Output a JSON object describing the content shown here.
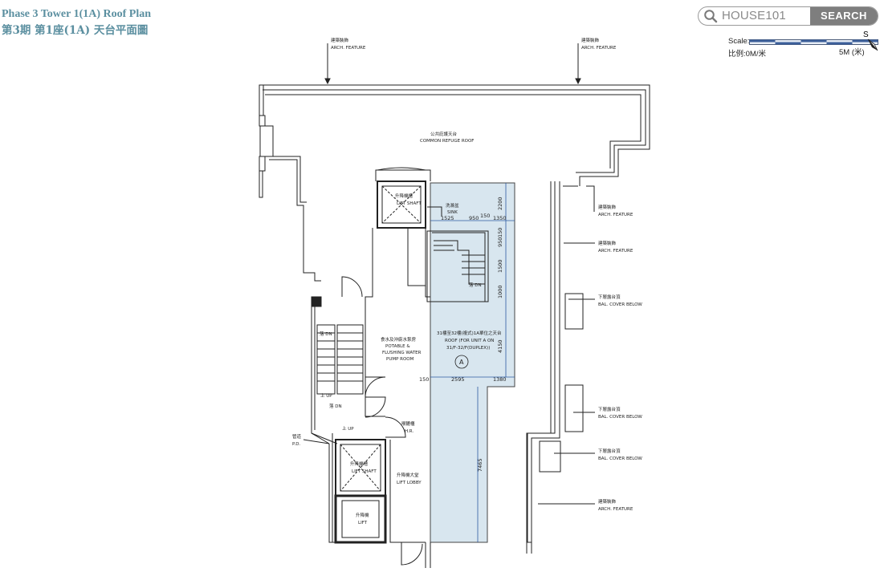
{
  "header": {
    "title_en": "Phase 3 Tower 1(1A) Roof Plan",
    "title_zh": "第3期 第1座(1A) 天台平面圖"
  },
  "search": {
    "value": "HOUSE101",
    "button_label": "SEARCH"
  },
  "scale": {
    "label": "Scale:",
    "start_label": "比例:0M/米",
    "end_label": "5M (米)"
  },
  "compass": {
    "label": "S"
  },
  "plan": {
    "arch_feature_top_left_zh": "建築裝飾",
    "arch_feature_top_left_en": "ARCH. FEATURE",
    "arch_feature_top_right_zh": "建築裝飾",
    "arch_feature_top_right_en": "ARCH. FEATURE",
    "common_refuge_zh": "公共庇護天台",
    "common_refuge_en": "COMMON REFUGE ROOF",
    "lift_shaft_top_zh": "升降機槽",
    "lift_shaft_top_en": "LIFT SHAFT",
    "sink_zh": "洗滌盆",
    "sink_en": "SINK",
    "arch_feature_r1_zh": "建築裝飾",
    "arch_feature_r1_en": "ARCH. FEATURE",
    "arch_feature_r2_zh": "建築裝飾",
    "arch_feature_r2_en": "ARCH. FEATURE",
    "bal_cover_1_zh": "下層露台頂",
    "bal_cover_1_en": "BAL. COVER BELOW",
    "bal_cover_2_zh": "下層露台頂",
    "bal_cover_2_en": "BAL. COVER BELOW",
    "bal_cover_3_zh": "下層露台頂",
    "bal_cover_3_en": "BAL. COVER BELOW",
    "arch_feature_r3_zh": "建築裝飾",
    "arch_feature_r3_en": "ARCH. FEATURE",
    "stair_dn_1": "落 DN",
    "stair_dn_2": "落 DN",
    "stair_up": "上 UP",
    "stair_dn_3": "落 DN",
    "stair_up_2": "上 UP",
    "pump_room_zh": "食水及沖廁水泵房",
    "pump_room_en1": "POTABLE &",
    "pump_room_en2": "FLUSHING WATER",
    "pump_room_en3": "PUMP ROOM",
    "roof_a_zh": "31樓至32樓(複式)1A單位之天台",
    "roof_a_en1": "ROOF (FOR UNIT A ON",
    "roof_a_en2": "31/F-32/F(DUPLEX))",
    "roof_a_marker": "A",
    "hr_zh": "喉轆櫃",
    "hr_en": "H.R.",
    "pd_zh": "管道",
    "pd_en": "P.D.",
    "lift_shaft_2_zh": "升降機槽",
    "lift_shaft_2_en": "LIFT SHAFT",
    "lift_lobby_zh": "升降機大堂",
    "lift_lobby_en": "LIFT LOBBY",
    "lift_zh": "升降機",
    "lift_en": "LIFT",
    "dims": {
      "d2200": "2200",
      "d1525": "1525",
      "d950a": "950",
      "d150a": "150",
      "d1350": "1350",
      "d150b": "150",
      "d950b": "950",
      "d1500": "1500",
      "d1000": "1000",
      "d4150": "4150",
      "d150c": "150",
      "d2595": "2595",
      "d1380": "1380",
      "d7465": "7465"
    }
  }
}
